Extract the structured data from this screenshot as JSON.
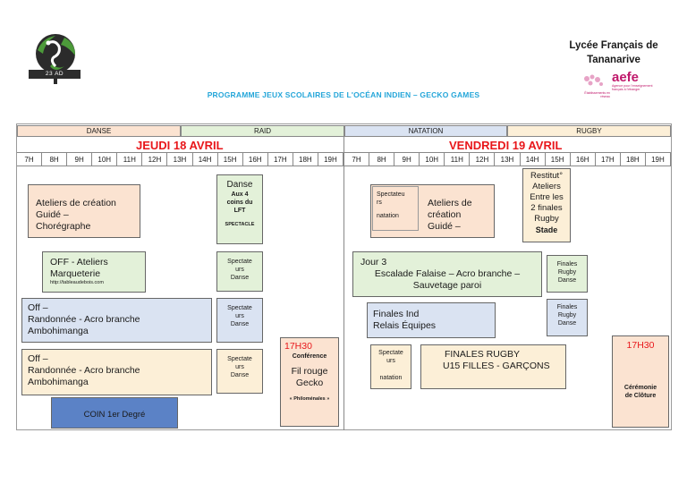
{
  "header": {
    "logo_text": "23 AD",
    "school_line1": "Lycée Français de",
    "school_line2": "Tananarive",
    "aefe_brand": "aefe",
    "aefe_tagline": "Agence pour l'enseignement français à l'étranger",
    "aefe_network": "Établissements en réseau",
    "title": "PROGRAMME JEUX SCOLAIRES DE L'OCÉAN INDIEN – GECKO GAMES"
  },
  "bands": [
    "DANSE",
    "RAID",
    "NATATION",
    "RUGBY"
  ],
  "days": {
    "left": "JEUDI 18 AVRIL",
    "right": "VENDREDI 19 AVRIL"
  },
  "hours_left": [
    "7H",
    "8H",
    "9H",
    "10H",
    "11H",
    "12H",
    "13H",
    "14H",
    "15H",
    "16H",
    "17H",
    "18H",
    "19H"
  ],
  "hours_right": [
    "7H",
    "8H",
    "9H",
    "10H",
    "11H",
    "12H",
    "13H",
    "14H",
    "15H",
    "16H",
    "17H",
    "18H",
    "19H"
  ],
  "events": {
    "ateliers_creation": {
      "l1": "Ateliers de création",
      "l2": "Guidé –",
      "l3": "Chorégraphe"
    },
    "danse_lft": {
      "l1": "Danse",
      "l2": "Aux 4",
      "l3": "coins du",
      "l4": "LFT",
      "l5": "SPECTACLE"
    },
    "off_marqueterie": {
      "l1": "OFF - Ateliers",
      "l2": "Marqueterie",
      "l3": "http://tableaudebois.com"
    },
    "spectateurs_danse1": {
      "l1": "Spectate",
      "l2": "urs",
      "l3": "Danse"
    },
    "off_rando1": {
      "l1": "Off –",
      "l2": "Randonnée - Acro branche",
      "l3": "Ambohimanga"
    },
    "spectateurs_danse2": {
      "l1": "Spectate",
      "l2": "urs",
      "l3": "Danse"
    },
    "conference": {
      "l1": "17H30",
      "l2": "Conférence",
      "l3": "Fil rouge",
      "l4": "Gecko",
      "l5": "« Philoménales »"
    },
    "off_rando2": {
      "l1": "Off –",
      "l2": "Randonnée - Acro branche",
      "l3": "Ambohimanga"
    },
    "spectateurs_danse3": {
      "l1": "Spectate",
      "l2": "urs",
      "l3": "Danse"
    },
    "coin": {
      "l1": "COIN   1er Degré"
    },
    "spectateurs_natation1": {
      "l1": "Spectateu",
      "l2": "rs",
      "l3": "natation"
    },
    "ateliers_creation2": {
      "l1": "Ateliers de",
      "l2": "création",
      "l3": "Guidé –"
    },
    "restitution": {
      "l1": "Restitut°",
      "l2": "Ateliers",
      "l3": "Entre les",
      "l4": "2 finales",
      "l5": "Rugby",
      "l6": "Stade"
    },
    "jour3": {
      "l1": "Jour 3",
      "l2": "Escalade Falaise – Acro branche –",
      "l3": "Sauvetage paroi"
    },
    "finales_rugby_danse1": {
      "l1": "Finales",
      "l2": "Rugby",
      "l3": "Danse"
    },
    "finales_ind": {
      "l1": "Finales  Ind",
      "l2": "Relais  Équipes"
    },
    "finales_rugby_danse2": {
      "l1": "Finales",
      "l2": "Rugby",
      "l3": "Danse"
    },
    "spectateurs_natation2": {
      "l1": "Spectate",
      "l2": "urs",
      "l3": "natation"
    },
    "finales_rugby": {
      "l1": "FINALES RUGBY",
      "l2": "U15  FILLES - GARÇONS"
    },
    "ceremonie": {
      "l1": "17H30",
      "l2": "Cérémonie",
      "l3": "de Clôture"
    }
  },
  "colors": {
    "peach": "#fbe3d1",
    "mint": "#e3f1d9",
    "blue": "#dae3f2",
    "sand": "#fcefd7",
    "deep": "#5b82c6",
    "red": "#e8171b",
    "cyan": "#25a6d9",
    "pink": "#c0186b"
  }
}
